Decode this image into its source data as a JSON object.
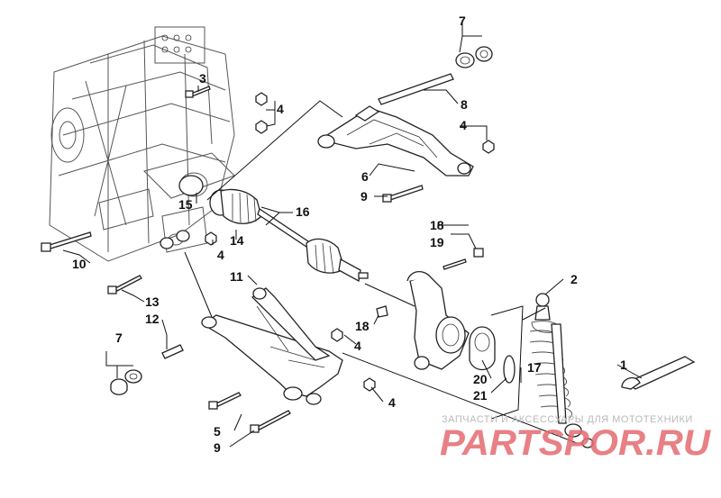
{
  "diagram": {
    "callouts": [
      {
        "id": "c1",
        "label": "1"
      },
      {
        "id": "c2",
        "label": "2"
      },
      {
        "id": "c3",
        "label": "3"
      },
      {
        "id": "c4a",
        "label": "4"
      },
      {
        "id": "c4b",
        "label": "4"
      },
      {
        "id": "c4c",
        "label": "4"
      },
      {
        "id": "c4d",
        "label": "4"
      },
      {
        "id": "c4e",
        "label": "4"
      },
      {
        "id": "c5",
        "label": "5"
      },
      {
        "id": "c6",
        "label": "6"
      },
      {
        "id": "c7a",
        "label": "7"
      },
      {
        "id": "c7b",
        "label": "7"
      },
      {
        "id": "c8",
        "label": "8"
      },
      {
        "id": "c9a",
        "label": "9"
      },
      {
        "id": "c9b",
        "label": "9"
      },
      {
        "id": "c10",
        "label": "10"
      },
      {
        "id": "c11",
        "label": "11"
      },
      {
        "id": "c12",
        "label": "12"
      },
      {
        "id": "c13",
        "label": "13"
      },
      {
        "id": "c14",
        "label": "14"
      },
      {
        "id": "c15",
        "label": "15"
      },
      {
        "id": "c16",
        "label": "16"
      },
      {
        "id": "c17",
        "label": "17"
      },
      {
        "id": "c18a",
        "label": "18"
      },
      {
        "id": "c18b",
        "label": "18"
      },
      {
        "id": "c19",
        "label": "19"
      },
      {
        "id": "c20",
        "label": "20"
      },
      {
        "id": "c21",
        "label": "21"
      }
    ]
  },
  "watermark": {
    "tagline": "ЗАПЧАСТИ И АКСЕССУАРЫ ДЛЯ МОТОТЕХНИКИ",
    "brand": "PARTSPOR.RU",
    "color": "#e46b70"
  }
}
